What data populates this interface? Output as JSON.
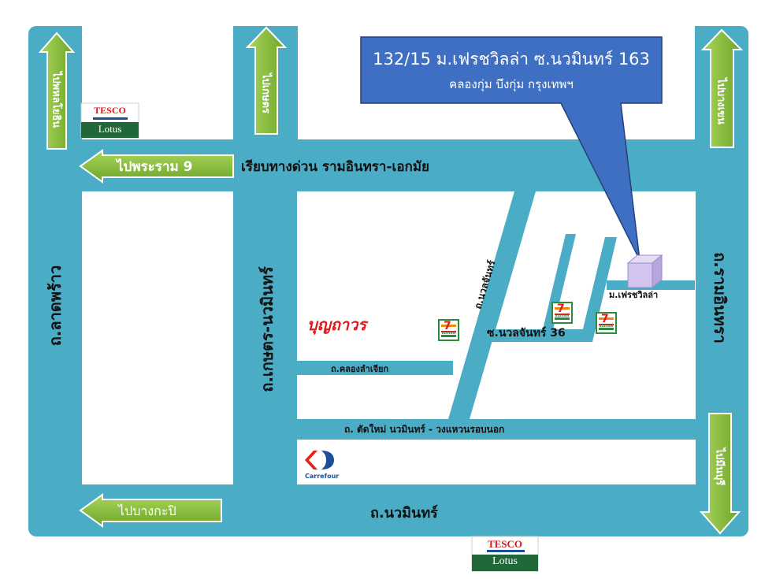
{
  "callout": {
    "line1": "132/15 ม.เฟรชวิลล่า ซ.นวมินทร์ 163",
    "line2": "คลองกุ่ม บึงกุ่ม กรุงเทพฯ"
  },
  "roads": {
    "expressway": "เรียบทางด่วน รามอินทรา-เอกมัย",
    "ladprao": "ถ.ลาดพร้าว",
    "kaset": "ถ.เกษตร-นวมินทร์",
    "ramintra": "ถ.รามอินทรา",
    "nawamin": "ถ.นวมินทร์",
    "nuanchan": "ถ.นวลจันทร์",
    "soi_nuanchan": "ซ.นวลจันทร์ 36",
    "khlong": "ถ.คลองลำเจียก",
    "cut_road": "ถ. ตัดใหม่ นวมินทร์ - วงแหวนรอบนอก"
  },
  "arrows": {
    "rama9": "ไปพระราม 9",
    "bangkapi": "ไปบางกะปิ",
    "left_top": "ไปพหลโยธิน",
    "mid_top": "ไปเกษตร",
    "right_top": "ไปบางเขน",
    "minburi": "ไปมีนบุรี"
  },
  "places": {
    "fresh_villa": "ม.เฟรชวิลล่า",
    "bunthavorn": "บุญถาวร",
    "carrefour": "Carrefour",
    "tesco_top": "TESCO",
    "lotus_top": "Lotus",
    "tesco_bottom": "TESCO",
    "lotus_bottom": "Lotus",
    "seven_letters": "7",
    "eleven": "ELEVEN"
  },
  "colors": {
    "road": "#4bacc6",
    "arrow": "#8cc63f",
    "callout": "#3f6fc3",
    "bunthavorn": "#e0171b",
    "carrefour_blue": "#1b4f9c",
    "carrefour_red": "#e2231a",
    "tesco_red": "#e0171b",
    "lotus_green": "#21673a"
  }
}
